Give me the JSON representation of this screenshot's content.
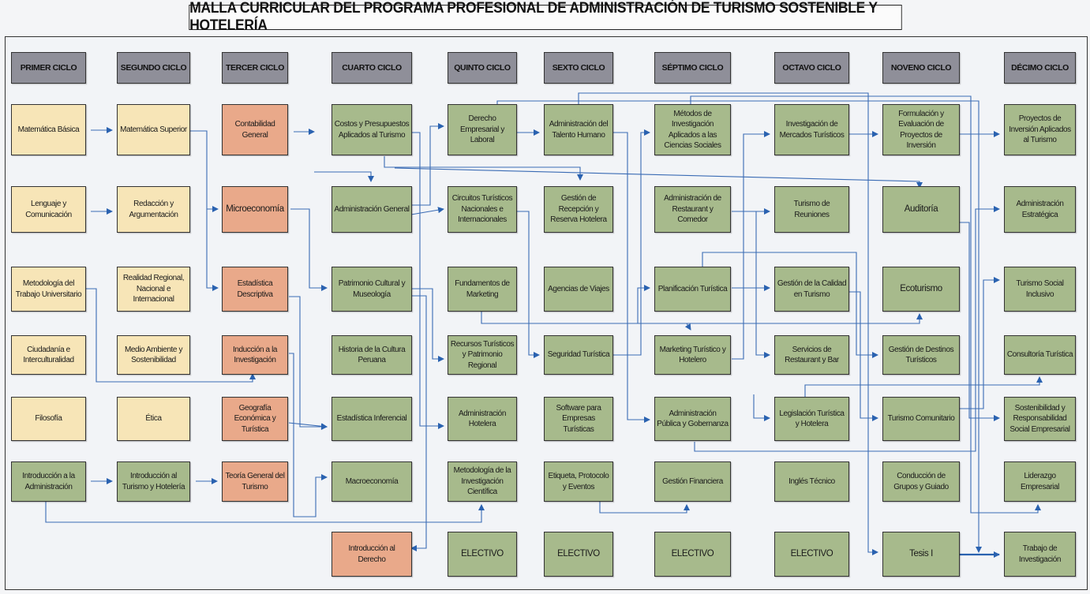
{
  "title": "MALLA CURRICULAR DEL PROGRAMA PROFESIONAL DE ADMINISTRACIÓN DE TURISMO SOSTENIBLE Y HOTELERÍA",
  "colors": {
    "header": "#8f8f99",
    "general": "#f7e5b7",
    "basic": "#e9a98a",
    "specialty": "#a7ba8c",
    "arrow": "#2a62b0"
  },
  "columns": [
    {
      "header": "PRIMER CICLO",
      "courses": [
        {
          "label": "Matemática Básica",
          "type": "yellow"
        },
        {
          "label": "Lenguaje y Comunicación",
          "type": "yellow"
        },
        {
          "label": "Metodología del Trabajo Universitario",
          "type": "yellow"
        },
        {
          "label": "Ciudadanía e Interculturalidad",
          "type": "yellow"
        },
        {
          "label": "Filosofía",
          "type": "yellow"
        },
        {
          "label": "Introducción a la Administración",
          "type": "green"
        }
      ]
    },
    {
      "header": "SEGUNDO CICLO",
      "courses": [
        {
          "label": "Matemática Superior",
          "type": "yellow"
        },
        {
          "label": "Redacción y Argumentación",
          "type": "yellow"
        },
        {
          "label": "Realidad Regional, Nacional e Internacional",
          "type": "yellow"
        },
        {
          "label": "Medio Ambiente y Sostenibilidad",
          "type": "yellow"
        },
        {
          "label": "Ética",
          "type": "yellow"
        },
        {
          "label": "Introducción al Turismo y Hotelería",
          "type": "green"
        }
      ]
    },
    {
      "header": "TERCER CICLO",
      "courses": [
        {
          "label": "Contabilidad General",
          "type": "orange"
        },
        {
          "label": "Microeconomía",
          "type": "orange"
        },
        {
          "label": "Estadística Descriptiva",
          "type": "orange"
        },
        {
          "label": "Inducción a la Investigación",
          "type": "orange"
        },
        {
          "label": "Geografía Económica y Turística",
          "type": "orange"
        },
        {
          "label": "Teoría General del Turismo",
          "type": "orange"
        }
      ]
    },
    {
      "header": "CUARTO CICLO",
      "courses": [
        {
          "label": "Costos y Presupuestos Aplicados al Turismo",
          "type": "green"
        },
        {
          "label": "Administración General",
          "type": "green"
        },
        {
          "label": "Patrimonio Cultural y Museología",
          "type": "green"
        },
        {
          "label": "Historia de la Cultura Peruana",
          "type": "green"
        },
        {
          "label": "Estadística Inferencial",
          "type": "green"
        },
        {
          "label": "Macroeconomía",
          "type": "green"
        },
        {
          "label": "Introducción al Derecho",
          "type": "orange"
        }
      ]
    },
    {
      "header": "QUINTO CICLO",
      "courses": [
        {
          "label": "Derecho Empresarial y Laboral",
          "type": "green"
        },
        {
          "label": "Circuitos Turísticos Nacionales e Internacionales",
          "type": "green"
        },
        {
          "label": "Fundamentos de Marketing",
          "type": "green"
        },
        {
          "label": "Recursos Turísticos y Patrimonio Regional",
          "type": "green"
        },
        {
          "label": "Administración Hotelera",
          "type": "green"
        },
        {
          "label": "Metodología de la Investigación Científica",
          "type": "green"
        },
        {
          "label": "ELECTIVO",
          "type": "green"
        }
      ]
    },
    {
      "header": "SEXTO CICLO",
      "courses": [
        {
          "label": "Administración del Talento Humano",
          "type": "green"
        },
        {
          "label": "Gestión de Recepción y Reserva Hotelera",
          "type": "green"
        },
        {
          "label": "Agencias de Viajes",
          "type": "green"
        },
        {
          "label": "Seguridad Turística",
          "type": "green"
        },
        {
          "label": "Software para Empresas Turísticas",
          "type": "green"
        },
        {
          "label": "Etiqueta, Protocolo y Eventos",
          "type": "green"
        },
        {
          "label": "ELECTIVO",
          "type": "green"
        }
      ]
    },
    {
      "header": "SÉPTIMO CICLO",
      "courses": [
        {
          "label": "Métodos de Investigación Aplicados a las Ciencias Sociales",
          "type": "green"
        },
        {
          "label": "Administración de Restaurant y Comedor",
          "type": "green"
        },
        {
          "label": "Planificación Turística",
          "type": "green"
        },
        {
          "label": "Marketing Turístico y Hotelero",
          "type": "green"
        },
        {
          "label": "Administración Pública y Gobernanza",
          "type": "green"
        },
        {
          "label": "Gestión Financiera",
          "type": "green"
        },
        {
          "label": "ELECTIVO",
          "type": "green"
        }
      ]
    },
    {
      "header": "OCTAVO CICLO",
      "courses": [
        {
          "label": "Investigación de Mercados Turísticos",
          "type": "green"
        },
        {
          "label": "Turismo de Reuniones",
          "type": "green"
        },
        {
          "label": "Gestión de la Calidad en Turismo",
          "type": "green"
        },
        {
          "label": "Servicios de Restaurant y Bar",
          "type": "green"
        },
        {
          "label": "Legislación Turística y Hotelera",
          "type": "green"
        },
        {
          "label": "Inglés Técnico",
          "type": "green"
        },
        {
          "label": "ELECTIVO",
          "type": "green"
        }
      ]
    },
    {
      "header": "NOVENO CICLO",
      "courses": [
        {
          "label": "Formulación y Evaluación de Proyectos de Inversión",
          "type": "green"
        },
        {
          "label": "Auditoría",
          "type": "green"
        },
        {
          "label": "Ecoturismo",
          "type": "green"
        },
        {
          "label": "Gestión de Destinos Turísticos",
          "type": "green"
        },
        {
          "label": "Turismo Comunitario",
          "type": "green"
        },
        {
          "label": "Conducción de Grupos y Guiado",
          "type": "green"
        },
        {
          "label": "Tesis I",
          "type": "green"
        }
      ]
    },
    {
      "header": "DÉCIMO CICLO",
      "courses": [
        {
          "label": "Proyectos de Inversión Aplicados al Turismo",
          "type": "green"
        },
        {
          "label": "Administración Estratégica",
          "type": "green"
        },
        {
          "label": "Turismo Social Inclusivo",
          "type": "green"
        },
        {
          "label": "Consultoría Turística",
          "type": "green"
        },
        {
          "label": "Sostenibilidad y Responsabilidad Social Empresarial",
          "type": "green"
        },
        {
          "label": "Liderazgo Empresarial",
          "type": "green"
        },
        {
          "label": "Trabajo de Investigación",
          "type": "green"
        }
      ]
    }
  ]
}
